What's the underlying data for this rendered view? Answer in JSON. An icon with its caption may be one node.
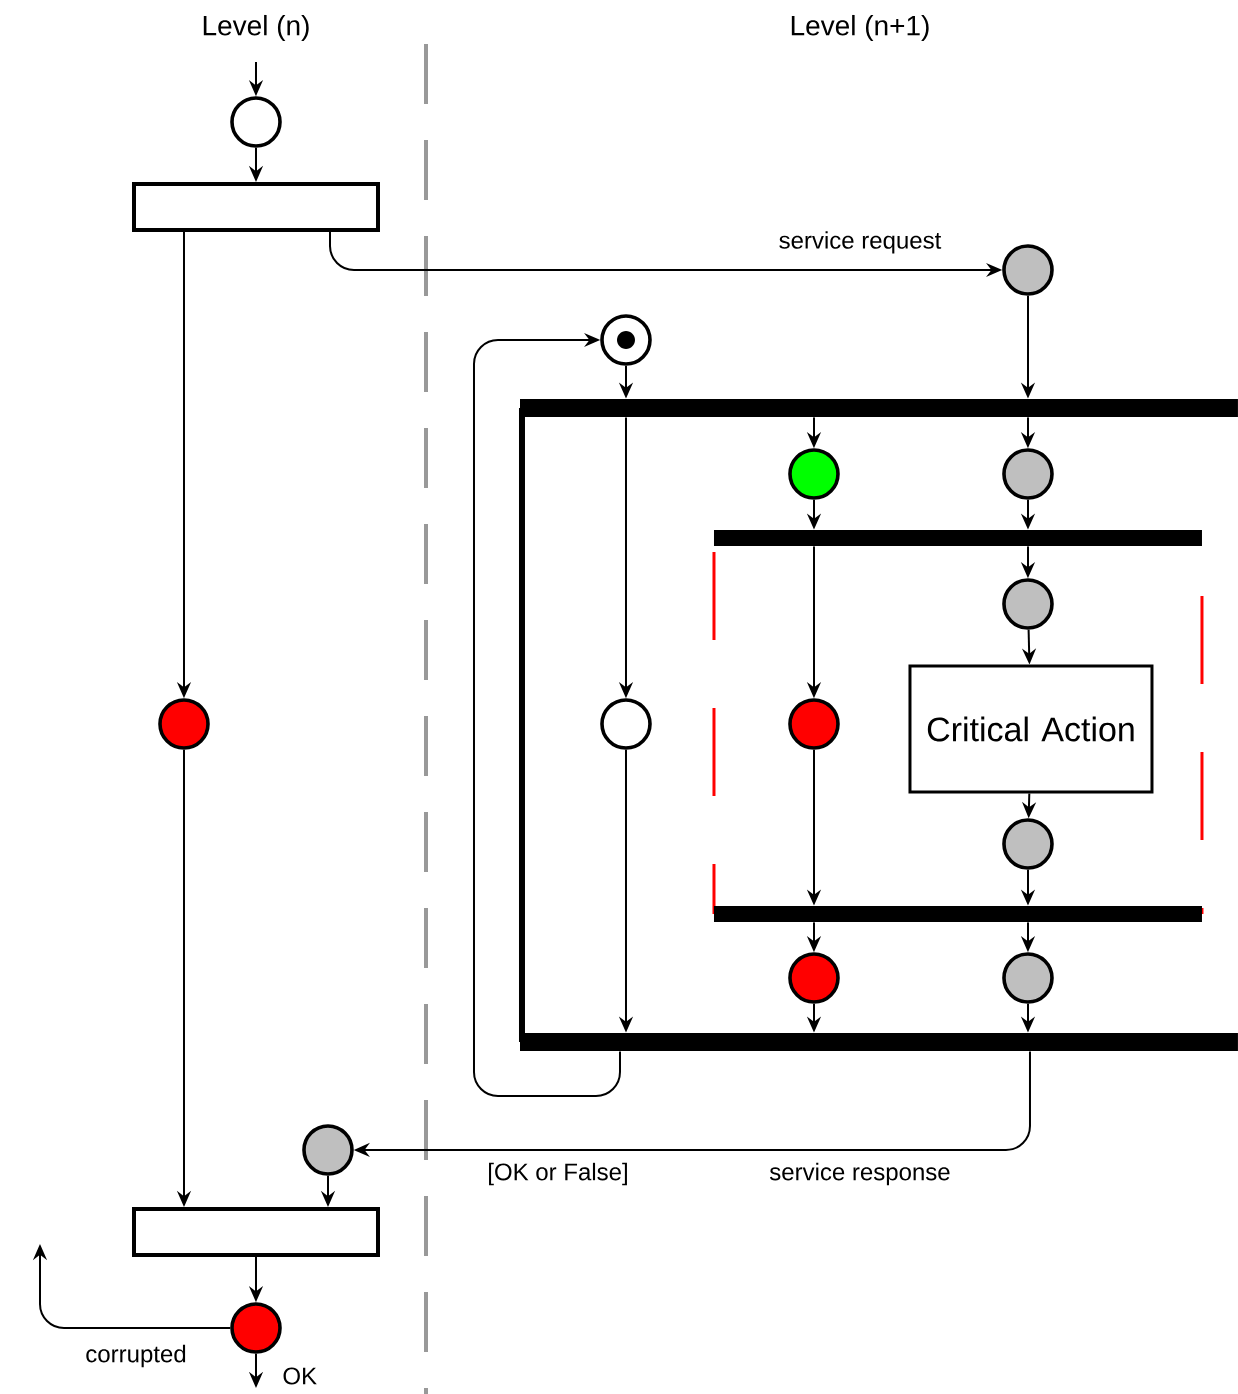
{
  "diagram": {
    "nodes": [
      {
        "text": [],
        "shape": "circle"
      },
      {
        "text": [],
        "shape": "box"
      },
      {
        "text": [],
        "shape": "circle"
      },
      {
        "text": [],
        "shape": "box"
      },
      {
        "text": [],
        "shape": "circle"
      },
      {
        "text": [],
        "shape": "circle"
      },
      {
        "text": [],
        "shape": "circle"
      },
      {
        "text": [],
        "shape": "bar"
      },
      {
        "text": [],
        "shape": "circle"
      },
      {
        "text": [],
        "shape": "circle"
      },
      {
        "text": [],
        "shape": "bar"
      },
      {
        "text": [],
        "shape": "circle"
      },
      {
        "text": [
          "Critical Action"
        ]
      },
      {
        "text": [],
        "shape": "circle"
      },
      {
        "text": [],
        "shape": "circle"
      },
      {
        "text": [],
        "shape": "circle"
      },
      {
        "text": [],
        "shape": "bar"
      },
      {
        "text": [],
        "shape": "circle"
      },
      {
        "text": [],
        "shape": "circle"
      },
      {
        "text": [],
        "shape": "bar"
      },
      {
        "text": [],
        "shape": "circle"
      }
    ],
    "edges": [
      {
        "from": null,
        "to": 0,
        "arrow": "to"
      },
      {
        "from": 0,
        "to": 1,
        "arrow": "to"
      },
      {
        "from": 1,
        "to": 2,
        "arrow": "to"
      },
      {
        "from": 2,
        "to": 3,
        "arrow": "to"
      },
      {
        "from": 1,
        "to": 5,
        "arrow": "to",
        "label": "service request"
      },
      {
        "from": 5,
        "to": 7,
        "arrow": "to"
      },
      {
        "from": 6,
        "to": 7,
        "arrow": "to"
      },
      {
        "from": 7,
        "to": 8,
        "arrow": "to"
      },
      {
        "from": 7,
        "to": 9,
        "arrow": "to"
      },
      {
        "from": 8,
        "to": 10,
        "arrow": "to"
      },
      {
        "from": 9,
        "to": 10,
        "arrow": "to"
      },
      {
        "from": 10,
        "to": 14,
        "arrow": "to"
      },
      {
        "from": 10,
        "to": 11,
        "arrow": "to"
      },
      {
        "from": 11,
        "to": 12,
        "arrow": "to"
      },
      {
        "from": 12,
        "to": 15,
        "arrow": "to"
      },
      {
        "from": 14,
        "to": 16,
        "arrow": "to"
      },
      {
        "from": 15,
        "to": 16,
        "arrow": "to"
      },
      {
        "from": 16,
        "to": 17,
        "arrow": "to"
      },
      {
        "from": 16,
        "to": 18,
        "arrow": "to"
      },
      {
        "from": 7,
        "to": 13,
        "arrow": "to"
      },
      {
        "from": 13,
        "to": 19,
        "arrow": "to"
      },
      {
        "from": 17,
        "to": 19,
        "arrow": "to"
      },
      {
        "from": 18,
        "to": 19,
        "arrow": "to"
      },
      {
        "from": 19,
        "to": 6,
        "arrow": "to"
      },
      {
        "from": 19,
        "to": 20,
        "arrow": "to",
        "label": "service response"
      },
      {
        "from": 20,
        "to": 3,
        "arrow": "to"
      },
      {
        "from": 3,
        "to": 4,
        "arrow": "to"
      },
      {
        "from": 4,
        "to": null,
        "arrow": "to",
        "label": "corrupted"
      },
      {
        "from": 4,
        "to": null,
        "arrow": "to",
        "label": "OK"
      }
    ],
    "labels": [
      "Level (n)",
      "Level (n+1)",
      "[OK or False]"
    ]
  }
}
